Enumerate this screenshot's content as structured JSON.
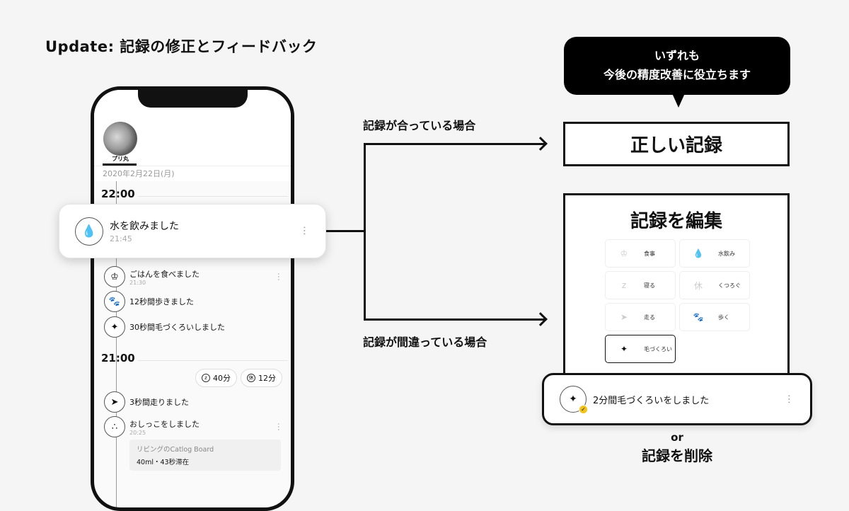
{
  "title": "Update: 記録の修正とフィードバック",
  "phone": {
    "pet_name": "プリ丸",
    "date": "2020年2月22日(月)",
    "hour_1": "22:00",
    "hour_2": "21:00",
    "entries": [
      {
        "icon": "food-icon",
        "glyph": "♔",
        "text": "ごはんを食べました",
        "time": "21:30",
        "menu": "⋯"
      },
      {
        "icon": "paw-icon",
        "glyph": "🐾",
        "text": "12秒間歩きました"
      },
      {
        "icon": "grooming-icon",
        "glyph": "✦",
        "text": "30秒間毛づくろいしました"
      },
      {
        "icon": "run-icon",
        "glyph": "➤",
        "text": "3秒間走りました"
      },
      {
        "icon": "pee-icon",
        "glyph": "∴",
        "text": "おしっこをしました",
        "time": "20:25",
        "menu": "⋯"
      }
    ],
    "chips": [
      {
        "icon": "sleep-icon",
        "glyph": "z",
        "label": "40分"
      },
      {
        "icon": "rest-icon",
        "glyph": "休",
        "label": "12分"
      }
    ],
    "info_card": {
      "location": "リビングのCatlog Board",
      "detail": "40ml・43秒滞在"
    }
  },
  "highlight_card": {
    "icon": "water-drop-icon",
    "glyph": "💧",
    "text": "水を飲みました",
    "time": "21:45",
    "menu": "⋯"
  },
  "branches": {
    "correct_label": "記録が合っている場合",
    "wrong_label": "記録が間違っている場合"
  },
  "bubble": {
    "line1": "いずれも",
    "line2": "今後の精度改善に役立ちます"
  },
  "correct_box": "正しい記録",
  "edit_box": {
    "title": "記録を編集",
    "options": [
      {
        "label": "食事",
        "glyph": "♔",
        "icon": "food-icon"
      },
      {
        "label": "水飲み",
        "glyph": "💧",
        "icon": "water-drop-icon"
      },
      {
        "label": "寝る",
        "glyph": "z",
        "icon": "sleep-icon"
      },
      {
        "label": "くつろぐ",
        "glyph": "休",
        "icon": "rest-icon"
      },
      {
        "label": "走る",
        "glyph": "➤",
        "icon": "run-icon"
      },
      {
        "label": "歩く",
        "glyph": "🐾",
        "icon": "paw-icon"
      },
      {
        "label": "毛づくろい",
        "glyph": "✦",
        "icon": "grooming-icon",
        "selected": true
      }
    ]
  },
  "result_card": {
    "text": "2分間毛づくろいをしました",
    "glyph": "✦",
    "badge": "✓",
    "menu": "⋯"
  },
  "or_label": "or",
  "delete_label": "記録を削除",
  "colors": {
    "background": "#f5f5f5",
    "ink": "#111111",
    "badge": "#f2c31b"
  }
}
